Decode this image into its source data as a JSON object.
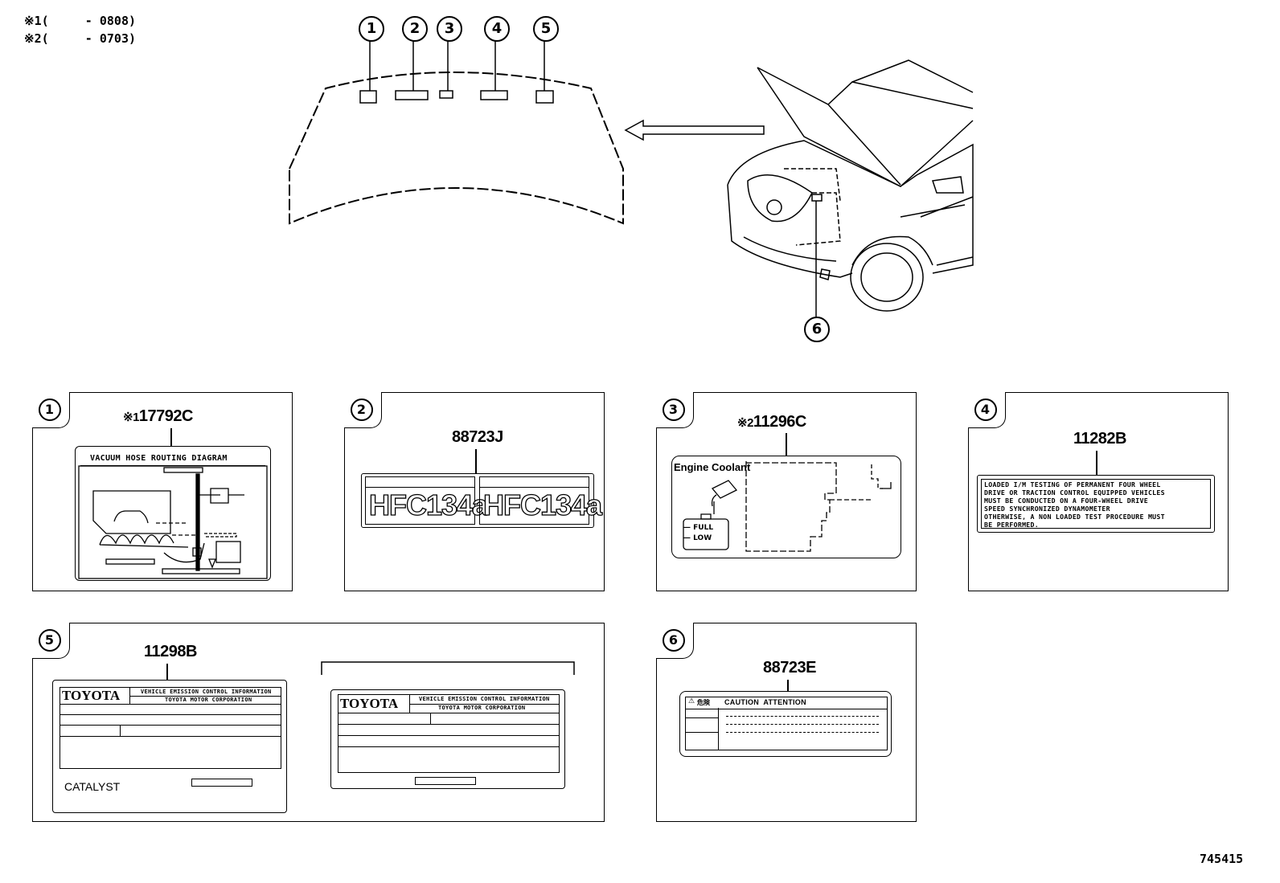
{
  "notes": [
    {
      "mark": "※1",
      "text": "(     - 0808)"
    },
    {
      "mark": "※2",
      "text": "(     - 0703)"
    }
  ],
  "callouts": [
    "1",
    "2",
    "3",
    "4",
    "5",
    "6"
  ],
  "figure_id": "745415",
  "panels": [
    {
      "num": "1",
      "mark": "※1",
      "part": "17792C",
      "label_title": "VACUUM HOSE ROUTING DIAGRAM"
    },
    {
      "num": "2",
      "part": "88723J",
      "hfc": "HFC134a"
    },
    {
      "num": "3",
      "mark": "※2",
      "part": "11296C",
      "coolant_title": "Engine Coolant",
      "full": "FULL",
      "low": "LOW"
    },
    {
      "num": "4",
      "part": "11282B",
      "text_lines": [
        "LOADED I/M TESTING OF PERMANENT FOUR WHEEL",
        "DRIVE OR TRACTION CONTROL EQUIPPED VEHICLES",
        "MUST BE CONDUCTED ON A FOUR-WHEEL DRIVE",
        "SPEED SYNCHRONIZED DYNAMOMETER",
        "OTHERWISE, A NON LOADED TEST PROCEDURE MUST",
        "BE PERFORMED."
      ]
    },
    {
      "num": "5",
      "part": "11298B",
      "brand": "TOYOTA",
      "emission_title": "VEHICLE EMISSION CONTROL INFORMATION",
      "corp": "TOYOTA MOTOR CORPORATION",
      "catalyst": "CATALYST"
    },
    {
      "num": "6",
      "part": "88723E",
      "caution": "CAUTION  ATTENTION"
    }
  ]
}
